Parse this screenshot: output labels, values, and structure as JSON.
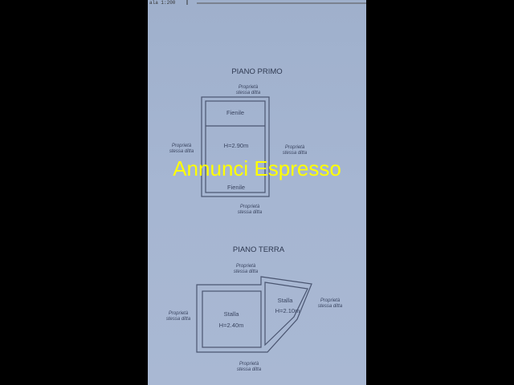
{
  "header": {
    "scale": "ala 1:200"
  },
  "piano_primo": {
    "title": "PIANO PRIMO",
    "rooms": [
      {
        "name": "Fienile"
      },
      {
        "name": "Fienile",
        "height": "H=2.90m"
      }
    ],
    "neighbors": {
      "top": [
        "Proprietà",
        "stessa ditta"
      ],
      "left": [
        "Proprietà",
        "stessa ditta"
      ],
      "right": [
        "Proprietà",
        "stessa ditta"
      ],
      "bottom": [
        "Proprietà",
        "stessa ditta"
      ]
    }
  },
  "piano_terra": {
    "title": "PIANO TERRA",
    "rooms": [
      {
        "name": "Stalla",
        "height": "H=2.40m"
      },
      {
        "name": "Stalla",
        "height": "H=2.10m"
      }
    ],
    "neighbors": {
      "top": [
        "Proprietà",
        "stessa ditta"
      ],
      "left": [
        "Proprietà",
        "stessa ditta"
      ],
      "right": [
        "Proprietà",
        "stessa ditta"
      ],
      "bottom": [
        "Proprietà",
        "stessa ditta"
      ]
    }
  },
  "watermark": "Annunci Espresso"
}
